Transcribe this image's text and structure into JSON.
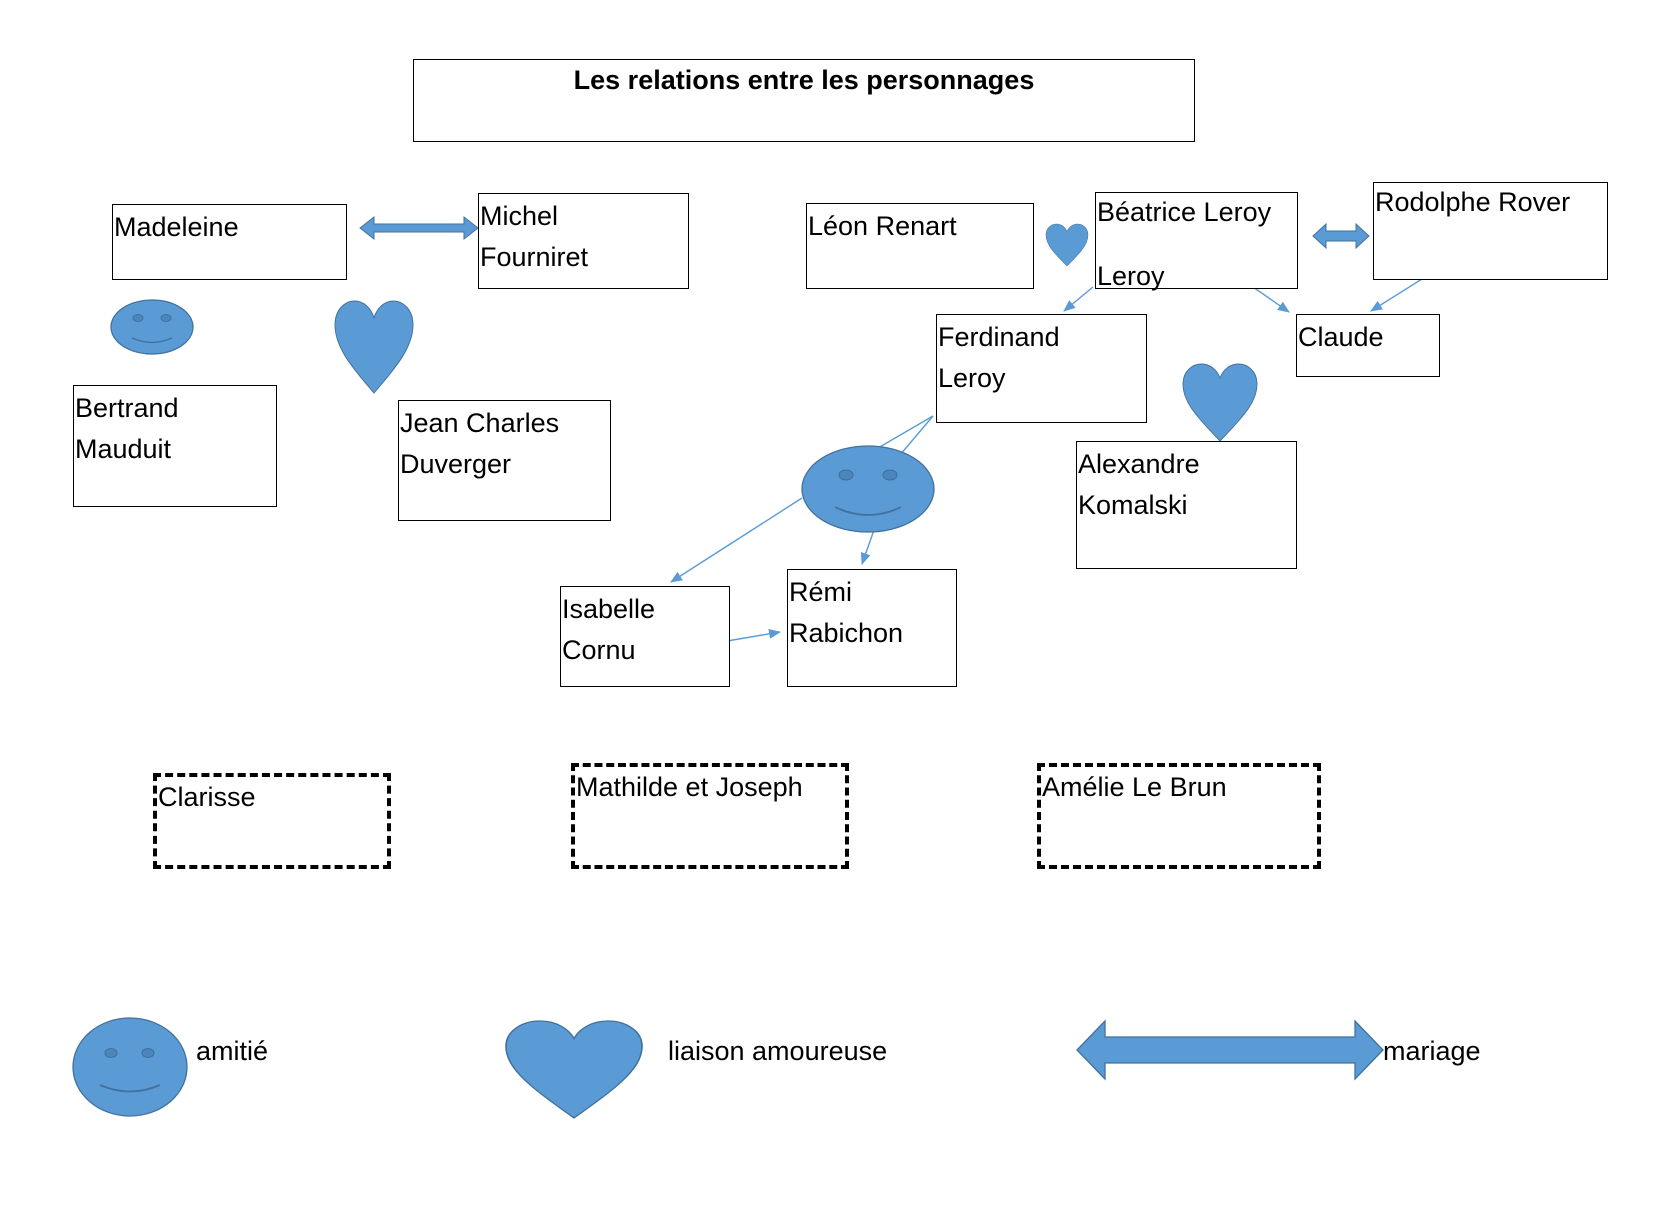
{
  "title": "Les relations entre les personnages",
  "characters": {
    "madeleine": "Madeleine",
    "michel": "Michel\nFourniret",
    "leon": "Léon Renart",
    "beatrice": "Béatrice Leroy\n\nLeroy",
    "rodolphe": "Rodolphe Rover",
    "bertrand": "Bertrand\nMauduit",
    "jean_charles": "Jean Charles\nDuverger",
    "ferdinand": "Ferdinand\nLeroy",
    "claude": "Claude",
    "alexandre": "Alexandre\nKomalski",
    "isabelle": "Isabelle\nCornu",
    "remi": "Rémi\nRabichon",
    "clarisse": "Clarisse",
    "mathilde_joseph": "Mathilde et Joseph",
    "amelie": "Amélie Le Brun"
  },
  "legend": {
    "amitie": "amitié",
    "liaison": "liaison amoureuse",
    "mariage": "mariage"
  },
  "colors": {
    "shape_fill": "#5b9bd5",
    "shape_stroke": "#41719c"
  }
}
